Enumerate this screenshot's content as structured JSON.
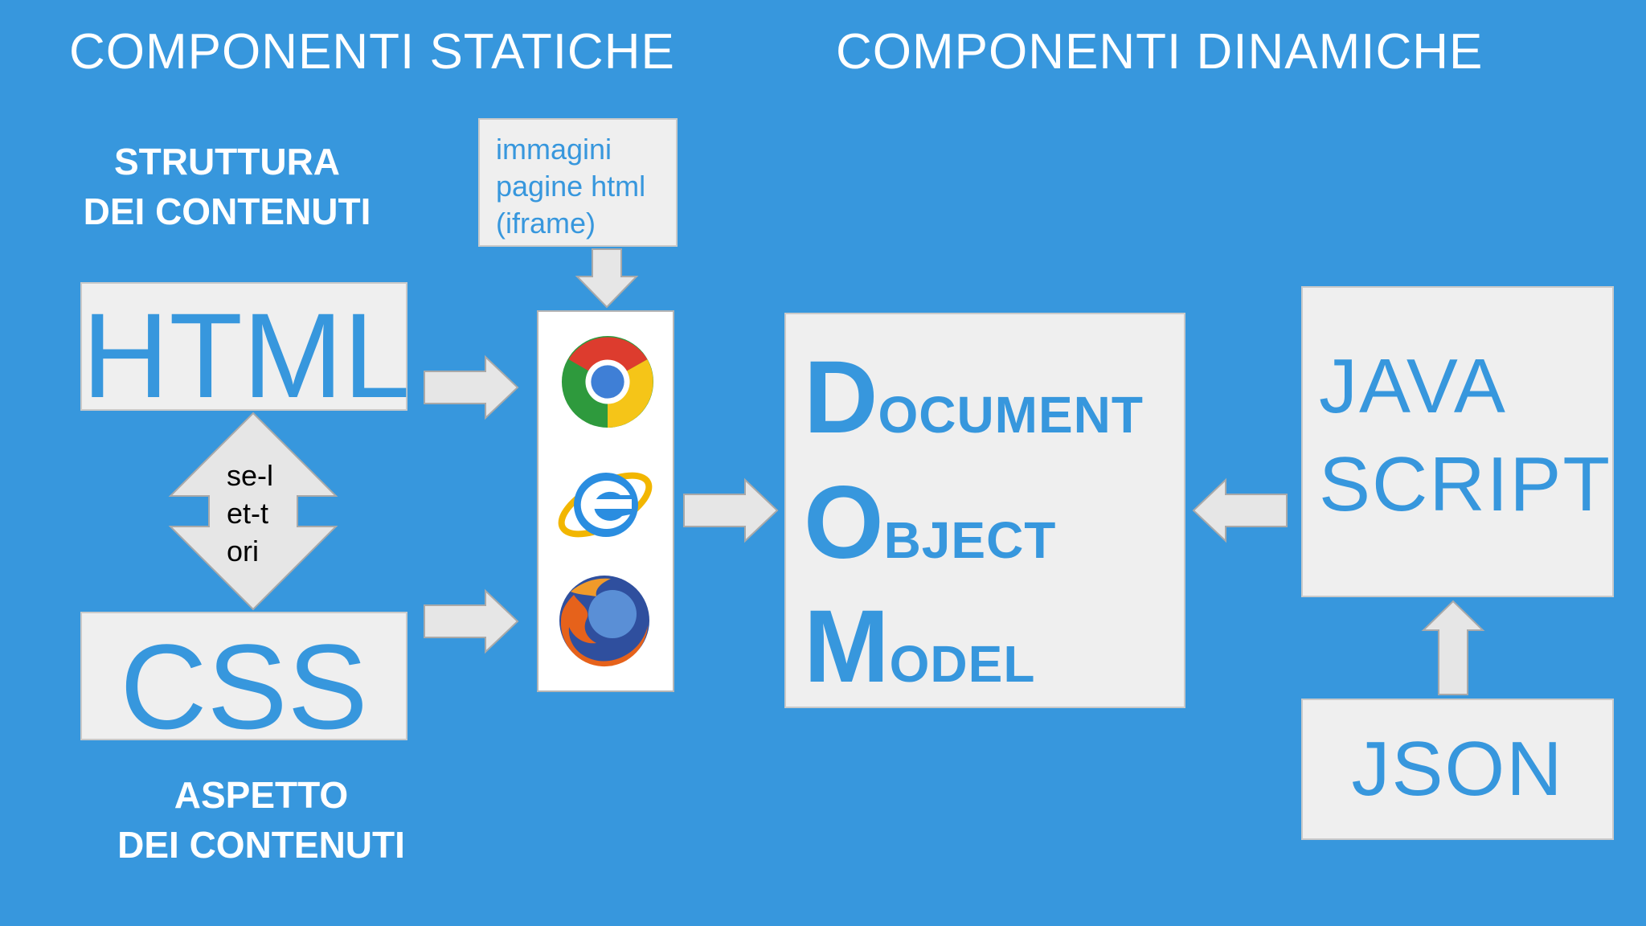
{
  "headings": {
    "static": "COMPONENTI STATICHE",
    "dynamic": "COMPONENTI DINAMICHE"
  },
  "labels": {
    "structure": [
      "STRUTTURA",
      "DEI CONTENUTI"
    ],
    "aspect": [
      "ASPETTO",
      "DEI CONTENUTI"
    ]
  },
  "boxes": {
    "html": "HTML",
    "css": "CSS",
    "sources": [
      "immagini",
      "pagine html",
      "(iframe)"
    ],
    "selectors": [
      "se-l",
      "et-t",
      "ori"
    ],
    "dom": [
      {
        "cap": "D",
        "rest": "OCUMENT"
      },
      {
        "cap": "O",
        "rest": "BJECT"
      },
      {
        "cap": "M",
        "rest": "ODEL"
      }
    ],
    "javascript": [
      "JAVA",
      "SCRIPT"
    ],
    "json": "JSON"
  },
  "browser_icons": [
    "chrome-icon",
    "internet-explorer-icon",
    "firefox-icon"
  ],
  "colors": {
    "background": "#3797dd",
    "box": "#efefef",
    "accent_text": "#3797dd",
    "arrow": "#e6e6e6"
  }
}
